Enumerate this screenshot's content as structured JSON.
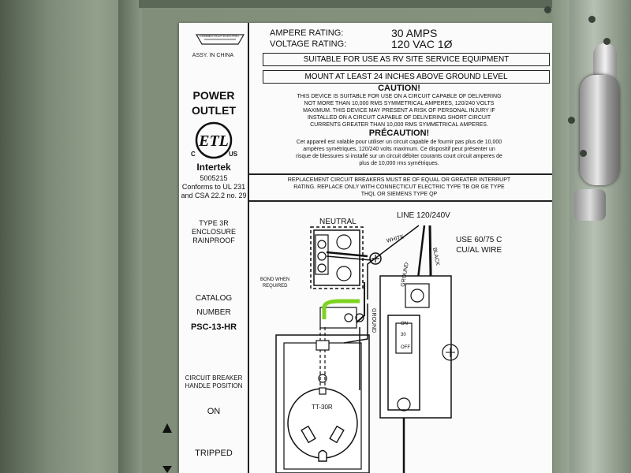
{
  "left_header": {
    "logo_text": "CONNECTICUT ELECTRIC",
    "assembly": "ASSY. IN CHINA",
    "title_line1": "POWER",
    "title_line2": "OUTLET",
    "cert_mark": "ETL",
    "cert_left": "C",
    "cert_right": "US",
    "brand": "Intertek",
    "number": "5005215",
    "conforms_line1": "Conforms to UL 231",
    "conforms_line2": "and CSA 22.2 no. 29",
    "enclosure_line1": "TYPE 3R ENCLOSURE",
    "enclosure_line2": "RAINPROOF",
    "catalog_label": "CATALOG NUMBER",
    "catalog_value": "PSC-13-HR",
    "breaker_line1": "CIRCUIT BREAKER",
    "breaker_line2": "HANDLE POSITION",
    "on_label": "ON",
    "tripped_label": "TRIPPED"
  },
  "ratings": {
    "ampere_key": "AMPERE RATING:",
    "ampere_value": "30 AMPS",
    "voltage_key": "VOLTAGE RATING:",
    "voltage_value": "120 VAC 1Ø"
  },
  "notices": {
    "rv": "SUITABLE FOR USE AS RV SITE SERVICE EQUIPMENT",
    "mount": "MOUNT AT LEAST 24 INCHES ABOVE GROUND LEVEL"
  },
  "caution": {
    "heading": "CAUTION!",
    "line1": "THIS DEVICE IS SUITABLE FOR USE ON A CIRCUIT CAPABLE OF DELIVERING",
    "line2": "NOT MORE THAN 10,000 RMS SYMMETRICAL AMPERES, 120/240 VOLTS",
    "line3": "MAXIMUM. THIS DEVICE MAY PRESENT A RISK OF PERSONAL INJURY IF",
    "line4": "INSTALLED ON A CIRCUIT CAPABLE OF DELIVERING SHORT CIRCUIT",
    "line5": "CURRENTS GREATER THAN 10,000 RMS SYMMETRICAL AMPERES."
  },
  "precaution": {
    "heading": "PRÉCAUTION!",
    "line1": "Cet appareil est valable pour utiliser un circuit capable de fournir pas plus de 10,000",
    "line2": "ampères symétriques, 120/240 volts maximum. Ce dispositif peut présenter un",
    "line3": "risque de blessures si installé sur un circuit débiter courants court circuit amperes de",
    "line4": "plus de 10,000 rms symétriques."
  },
  "replacement": {
    "line1": "REPLACEMENT CIRCUIT BREAKERS MUST BE OF EQUAL OR GREATER INTERRUPT",
    "line2": "RATING. REPLACE ONLY WITH CONNECTICUT ELECTRIC TYPE TB OR GE TYPE",
    "line3": "THQL OR SIEMENS TYPE QP"
  },
  "diagram": {
    "neutral": "NEUTRAL",
    "line": "LINE 120/240V",
    "white": "WHITE",
    "black": "BLACK",
    "ground1": "GROUND",
    "ground2": "GROUND",
    "wire_line1": "USE 60/75 C",
    "wire_line2": "CU/AL WIRE",
    "bond_line1": "BOND WHEN",
    "bond_line2": "REQUIRED",
    "receptacle": "TT-30R",
    "breaker_on": "ON",
    "breaker_amp": "30",
    "breaker_off": "OFF"
  },
  "colors": {
    "enclosure": "#7f8d79",
    "label": "#fbfbfb",
    "ground_wire": "#7ed321",
    "ink": "#111111"
  }
}
